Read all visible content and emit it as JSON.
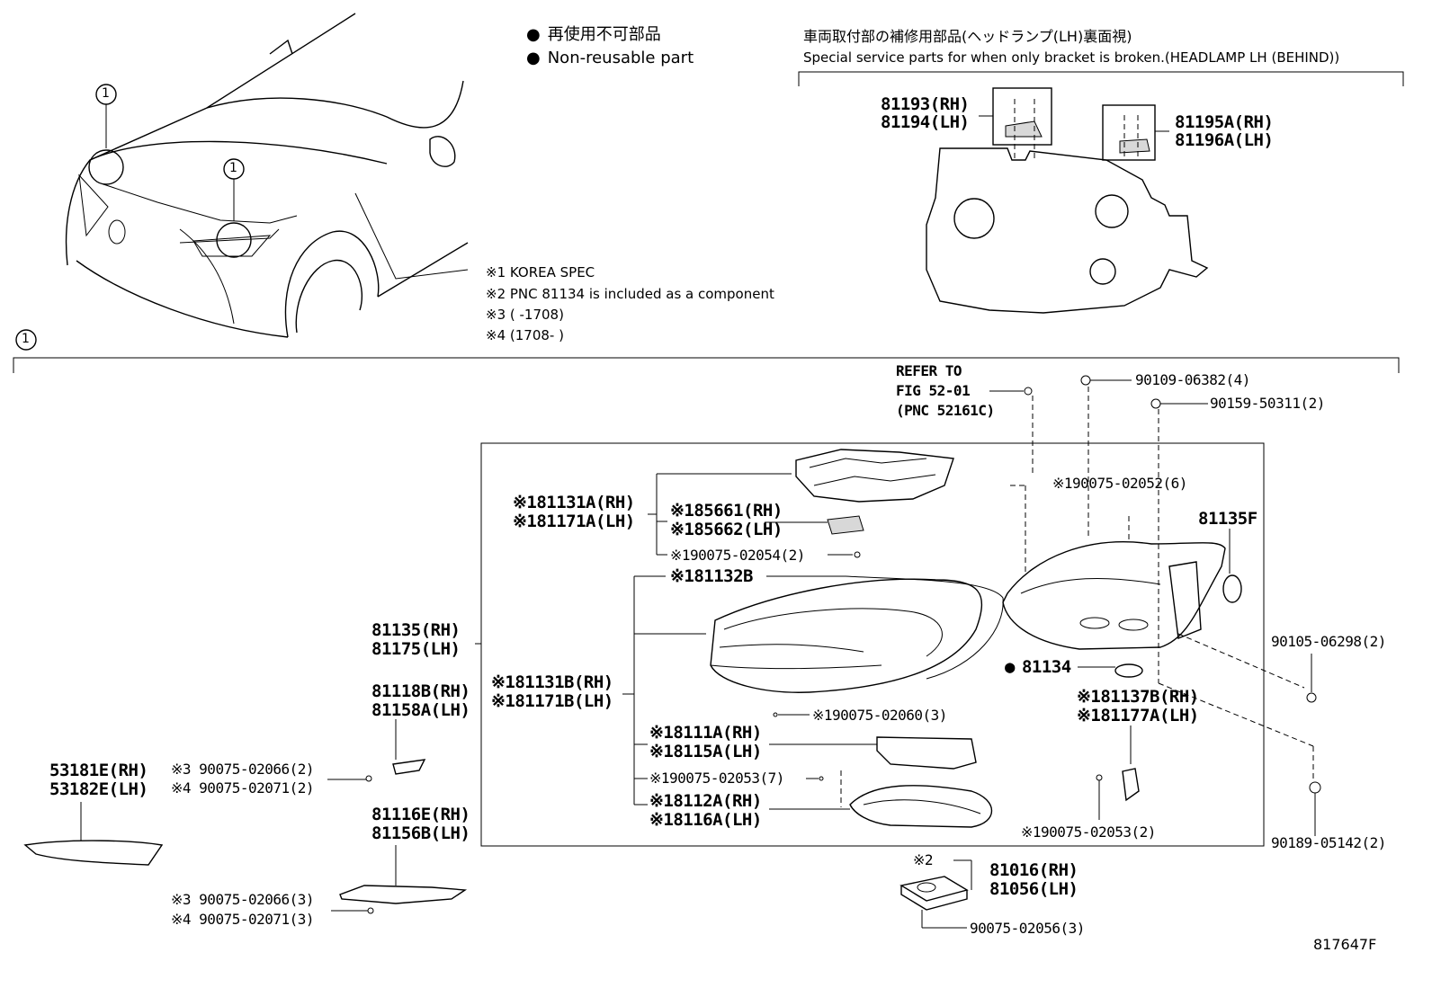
{
  "legend": {
    "jp": "再使用不可部品",
    "en": "Non-reusable part"
  },
  "special_service": {
    "jp": "車両取付部の補修用部品(ヘッドランプ(LH)裏面視)",
    "en": "Special service parts for when only bracket is broken.(HEADLAMP LH (BEHIND))",
    "left_rh": "81193(RH)",
    "left_lh": "81194(LH)",
    "right_rh": "81195A(RH)",
    "right_lh": "81196A(LH)"
  },
  "notes": [
    "※1 KOREA SPEC",
    "※2 PNC 81134 is included as a component",
    "※3 (      -1708)",
    "※4 (1708-      )"
  ],
  "circle_ref": "1",
  "refer": [
    "REFER TO",
    "FIG 52-01",
    "(PNC 52161C)"
  ],
  "parts": {
    "p90109": "90109-06382(4)",
    "p90159": "90159-50311(2)",
    "p90075_02052": "※190075-02052(6)",
    "p81135F": "81135F",
    "p81131A": "※181131A(RH)",
    "p81171A": "※181171A(LH)",
    "p85661": "※185661(RH)",
    "p85662": "※185662(LH)",
    "p90075_02054": "※190075-02054(2)",
    "p81132B": "※181132B",
    "p81135": "81135(RH)",
    "p81175": "81175(LH)",
    "p81131B": "※181131B(RH)",
    "p81171B": "※181171B(LH)",
    "p90075_02060": "※190075-02060(3)",
    "p81134": "81134",
    "p81137B": "※181137B(RH)",
    "p81177A": "※181177A(LH)",
    "p90105": "90105-06298(2)",
    "p81118B": "81118B(RH)",
    "p81158A": "81158A(LH)",
    "p81111A": "※18111A(RH)",
    "p81115A": "※18115A(LH)",
    "p90075_02053_7": "※190075-02053(7)",
    "p53181E": "53181E(RH)",
    "p53182E": "53182E(LH)",
    "p3_02066_2": "※3 90075-02066(2)",
    "p4_02071_2": "※4 90075-02071(2)",
    "p81112A": "※18112A(RH)",
    "p81116A": "※18116A(LH)",
    "p90075_02053_2": "※190075-02053(2)",
    "p90189": "90189-05142(2)",
    "p81116E": "81116E(RH)",
    "p81156B": "81156B(LH)",
    "p2": "※2",
    "p81016": "81016(RH)",
    "p81056": "81056(LH)",
    "p3_02066_3": "※3 90075-02066(3)",
    "p4_02071_3": "※4 90075-02071(3)",
    "p90075_02056": "90075-02056(3)"
  },
  "figure_id": "817647F"
}
